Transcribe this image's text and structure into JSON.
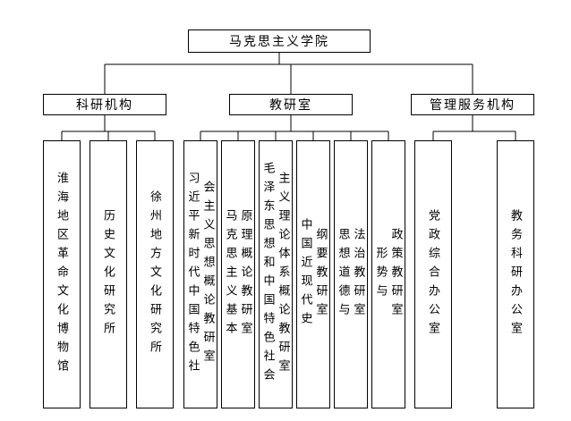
{
  "page": {
    "background": "#ffffff",
    "line_color": "#000000",
    "border_color": "#000000",
    "text_color": "#000000"
  },
  "tree": {
    "root": {
      "label": "马克思主义学院"
    },
    "branches": [
      {
        "label": "科研机构",
        "children": [
          {
            "label": "淮海地区革命文化博物馆",
            "lines": [
              "淮海地区革命文化博物馆"
            ]
          },
          {
            "label": "历史文化研究所",
            "lines": [
              "历史文化研究所"
            ]
          },
          {
            "label": "徐州地方文化研究所",
            "lines": [
              "徐州地方文化研究所"
            ]
          }
        ]
      },
      {
        "label": "教研室",
        "children": [
          {
            "label": "习近平新时代中国特色社会主义思想概论教研室",
            "lines": [
              "习近平新时代中国特色社",
              "会主义思想概论教研室"
            ]
          },
          {
            "label": "马克思主义基本原理概论教研室",
            "lines": [
              "马克思主义基本",
              "原理概论教研室"
            ]
          },
          {
            "label": "毛泽东思想和中国特色社会主义理论体系概论教研室",
            "lines": [
              "毛泽东思想和中国特色社会",
              "主义理论体系概论教研室"
            ]
          },
          {
            "label": "中国近现代史纲要教研室",
            "lines": [
              "中国近现代史",
              "纲要教研室"
            ]
          },
          {
            "label": "思想道德与法治教研室",
            "lines": [
              "思想道德与",
              "法治教研室"
            ]
          },
          {
            "label": "形势与政策教研室",
            "lines": [
              "形势与",
              "政策教研室"
            ]
          }
        ]
      },
      {
        "label": "管理服务机构",
        "children": [
          {
            "label": "党政综合办公室",
            "lines": [
              "党政综合办公室"
            ]
          },
          {
            "label": "教务科研办公室",
            "lines": [
              "教务科研办公室"
            ]
          }
        ]
      }
    ]
  }
}
